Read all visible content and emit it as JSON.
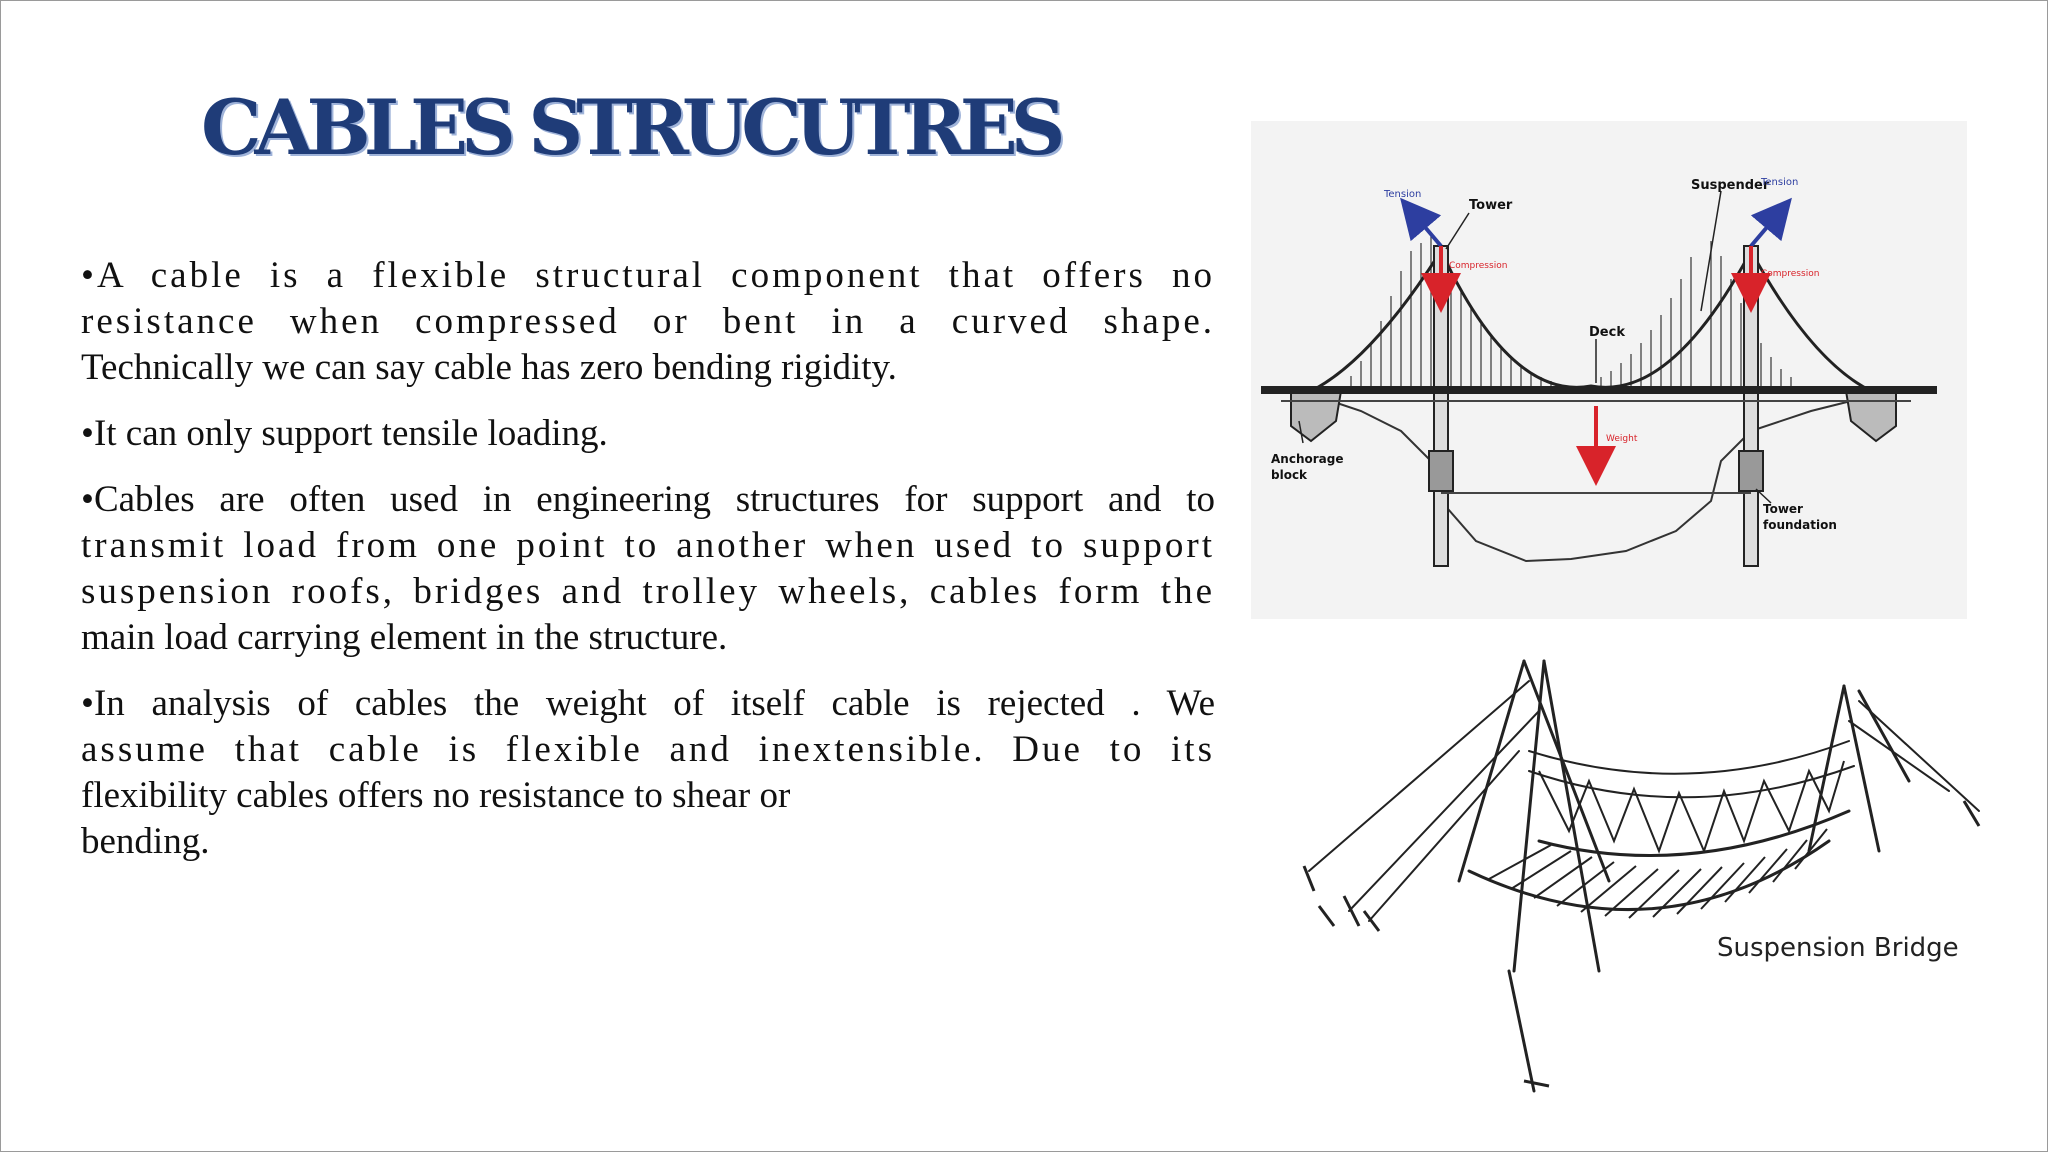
{
  "slide": {
    "title": "CABLES STRUCUTRES",
    "paragraphs": [
      {
        "lines": [
          "•A cable is a flexible structural component that offers no",
          "resistance when compressed or bent in a curved shape.",
          "Technically we can say cable has zero bending rigidity."
        ]
      },
      {
        "lines": [
          "•It can only support tensile loading."
        ]
      },
      {
        "lines": [
          "•Cables are often used in engineering structures for support  and to",
          "transmit load from one point to another when used to  support",
          "suspension roofs, bridges and trolley wheels, cables  form the",
          "main load carrying element in the structure."
        ]
      },
      {
        "lines": [
          "•In analysis of cables the weight of itself cable is rejected . We",
          "assume that cable is flexible and inextensible. Due to its",
          "flexibility cables offers no resistance to shear or",
          "bending."
        ]
      }
    ]
  },
  "figure_top": {
    "labels": {
      "tension_left": "Tension",
      "tower": "Tower",
      "compression_left": "Compression",
      "suspender": "Suspender",
      "tension_right": "Tension",
      "compression_right": "Compression",
      "deck": "Deck",
      "weight": "Weight",
      "anchorage_line1": "Anchorage",
      "anchorage_line2": "block",
      "tower_foundation_line1": "Tower",
      "tower_foundation_line2": "foundation"
    }
  },
  "figure_bottom": {
    "caption": "Suspension Bridge"
  }
}
